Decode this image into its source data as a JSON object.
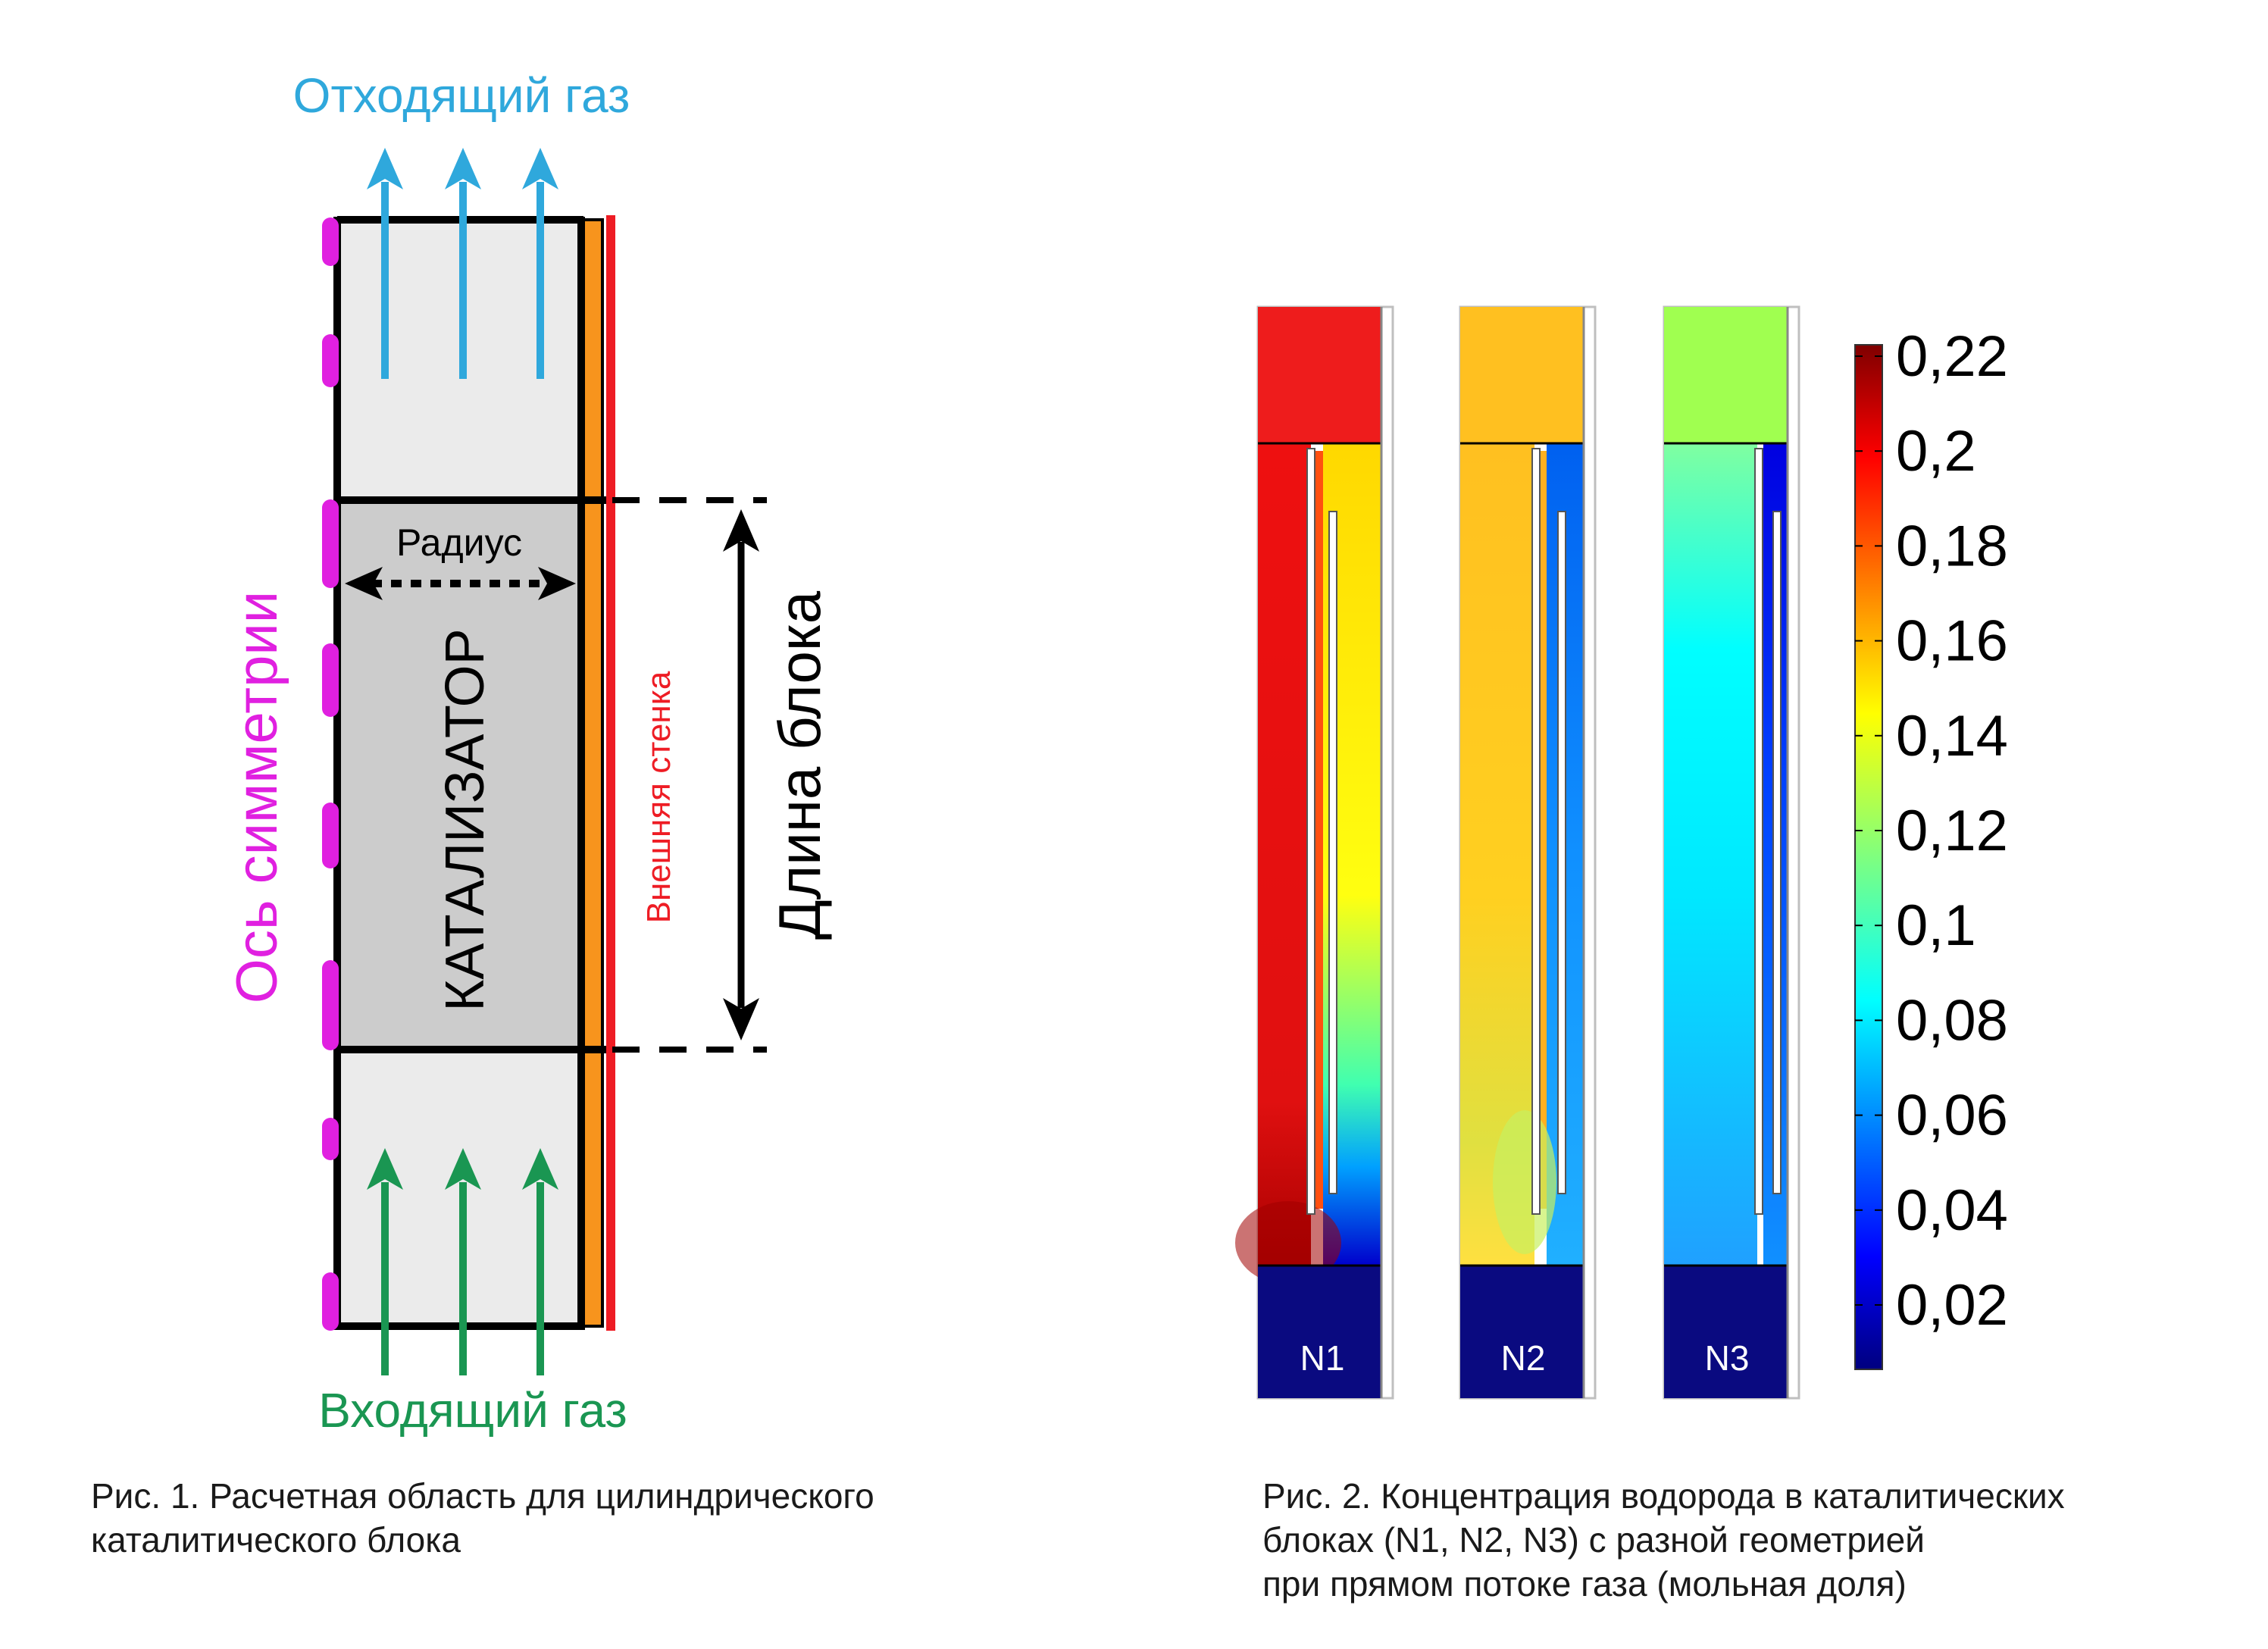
{
  "fig1": {
    "outlet_label": "Отходящий газ",
    "inlet_label": "Входящий газ",
    "axis_label": "Ось симметрии",
    "radius_label": "Радиус",
    "catalyst_label": "КАТАЛИЗАТОР",
    "wall_label": "Внешняя стенка",
    "length_label": "Длина блока",
    "caption": "Рис. 1. Расчетная область для цилиндрического\nкаталитического блока",
    "colors": {
      "outlet": "#2fa8dc",
      "inlet": "#1a9652",
      "axis": "#e020e0",
      "wall": "#ee1c24",
      "wall_layer": "#f7941d",
      "catalyst": "#cccccc",
      "channel": "#ebebeb"
    }
  },
  "fig2": {
    "blocks": [
      {
        "name": "N1"
      },
      {
        "name": "N2"
      },
      {
        "name": "N3"
      }
    ],
    "colorbar": {
      "ticks": [
        "0,22",
        "0,2",
        "0,18",
        "0,16",
        "0,14",
        "0,12",
        "0,1",
        "0,08",
        "0,06",
        "0,04",
        "0,02"
      ]
    },
    "caption": "Рис. 2. Концентрация водорода в каталитических\nблоках (N1, N2, N3) с разной геометрией\nпри прямом потоке газа (мольная доля)"
  }
}
